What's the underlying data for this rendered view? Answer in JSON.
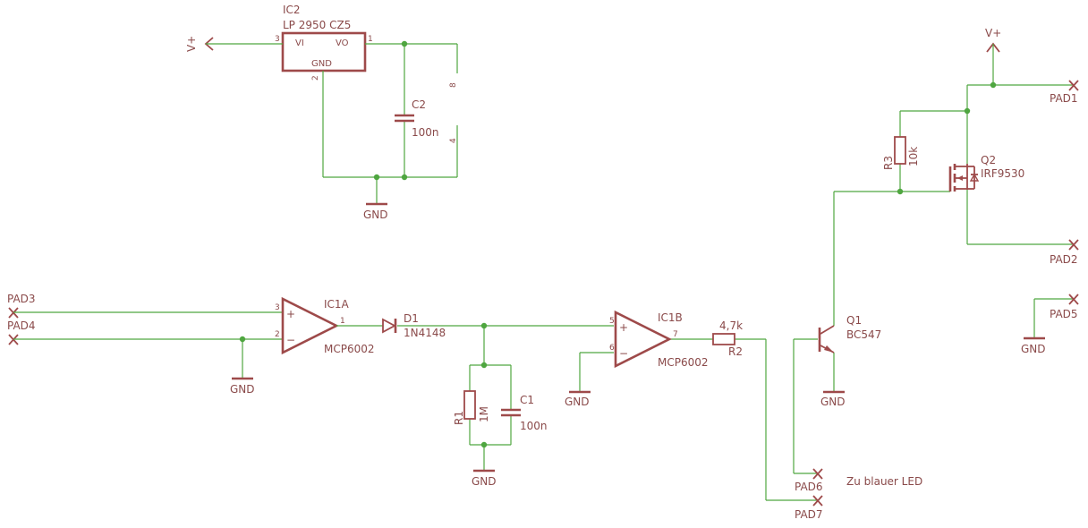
{
  "ic2": {
    "name": "IC2",
    "value": "LP 2950 CZ5",
    "vi": "VI",
    "vo": "VO",
    "gnd": "GND",
    "pin_vi": "3",
    "pin_vo": "1",
    "pin_gnd": "2"
  },
  "power": {
    "vplus": "V+",
    "gnd": "GND"
  },
  "c2": {
    "name": "C2",
    "value": "100n"
  },
  "ic1_supply": {
    "pin8": "8",
    "pin4": "4"
  },
  "pads": {
    "pad1": "PAD1",
    "pad2": "PAD2",
    "pad3": "PAD3",
    "pad4": "PAD4",
    "pad5": "PAD5",
    "pad6": "PAD6",
    "pad7": "PAD7"
  },
  "ic1a": {
    "name": "IC1A",
    "value": "MCP6002",
    "pin_plus": "3",
    "pin_minus": "2",
    "pin_out": "1",
    "plus": "+",
    "minus": "−"
  },
  "ic1b": {
    "name": "IC1B",
    "value": "MCP6002",
    "pin_plus": "5",
    "pin_minus": "6",
    "pin_out": "7",
    "plus": "+",
    "minus": "−"
  },
  "d1": {
    "name": "D1",
    "value": "1N4148"
  },
  "r1": {
    "name": "R1",
    "value": "1M"
  },
  "c1": {
    "name": "C1",
    "value": "100n"
  },
  "r2": {
    "name": "R2",
    "value": "4,7k"
  },
  "r3": {
    "name": "R3",
    "value": "10k"
  },
  "q1": {
    "name": "Q1",
    "value": "BC547"
  },
  "q2": {
    "name": "Q2",
    "value": "IRF9530"
  },
  "note": {
    "led": "Zu blauer LED"
  },
  "colors": {
    "wire": "#4fa640",
    "part": "#9e4a4a",
    "text": "#8a4a4a",
    "background": "#ffffff"
  }
}
